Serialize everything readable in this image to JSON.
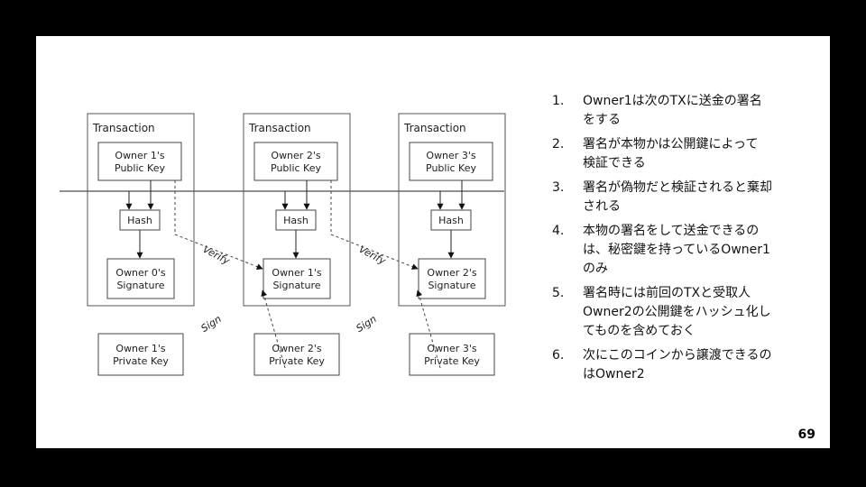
{
  "diagram": {
    "transaction_label": "Transaction",
    "transactions": [
      {
        "public_key": [
          "Owner 1's",
          "Public Key"
        ],
        "signature": [
          "Owner 0's",
          "Signature"
        ],
        "private_key": [
          "Owner 1's",
          "Private Key"
        ]
      },
      {
        "public_key": [
          "Owner 2's",
          "Public Key"
        ],
        "signature": [
          "Owner 1's",
          "Signature"
        ],
        "private_key": [
          "Owner 2's",
          "Private Key"
        ]
      },
      {
        "public_key": [
          "Owner 3's",
          "Public Key"
        ],
        "signature": [
          "Owner 2's",
          "Signature"
        ],
        "private_key": [
          "Owner 3's",
          "Private Key"
        ]
      }
    ],
    "hash_label": "Hash",
    "verify_label": "Verify",
    "sign_label": "Sign"
  },
  "notes": [
    {
      "num": "1.",
      "lines": [
        "Owner1は次のTXに送金の署名",
        "をする"
      ]
    },
    {
      "num": "2.",
      "lines": [
        "署名が本物かは公開鍵によって",
        "検証できる"
      ]
    },
    {
      "num": "3.",
      "lines": [
        "署名が偽物だと検証されると棄却",
        "される"
      ]
    },
    {
      "num": "4.",
      "lines": [
        "本物の署名をして送金できるの",
        "は、秘密鍵を持っているOwner1",
        "のみ"
      ]
    },
    {
      "num": "5.",
      "lines": [
        "署名時には前回のTXと受取人",
        "Owner2の公開鍵をハッシュ化し",
        "てものを含めておく"
      ]
    },
    {
      "num": "6.",
      "lines": [
        "次にこのコインから譲渡できるの",
        "はOwner2"
      ]
    }
  ],
  "page_number": "69"
}
